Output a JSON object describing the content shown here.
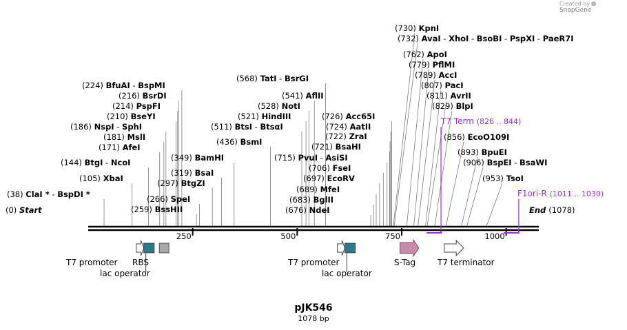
{
  "watermark": {
    "prefix": "Created by",
    "brand": "SnapGene"
  },
  "map": {
    "name": "pJK546",
    "length_label": "1078 bp",
    "sequence_length": 1078,
    "start_label": "Start",
    "end_label": "End",
    "ticks": [
      250,
      500,
      750,
      1000
    ],
    "sites": [
      {
        "pos": "0",
        "names": [
          "Start"
        ],
        "start": true
      },
      {
        "pos": "38",
        "names": [
          "ClaI *",
          "BspDI *"
        ]
      },
      {
        "pos": "105",
        "names": [
          "XbaI"
        ]
      },
      {
        "pos": "144",
        "names": [
          "BtgI",
          "NcoI"
        ]
      },
      {
        "pos": "171",
        "names": [
          "AfeI"
        ]
      },
      {
        "pos": "181",
        "names": [
          "MslI"
        ]
      },
      {
        "pos": "186",
        "names": [
          "NspI",
          "SphI"
        ]
      },
      {
        "pos": "210",
        "names": [
          "BseYI"
        ]
      },
      {
        "pos": "214",
        "names": [
          "PspFI"
        ]
      },
      {
        "pos": "216",
        "names": [
          "BsrDI"
        ]
      },
      {
        "pos": "224",
        "names": [
          "BfuAI",
          "BspMI"
        ]
      },
      {
        "pos": "259",
        "names": [
          "BssHII"
        ]
      },
      {
        "pos": "266",
        "names": [
          "SpeI"
        ]
      },
      {
        "pos": "297",
        "names": [
          "BtgZI"
        ]
      },
      {
        "pos": "319",
        "names": [
          "BsaI"
        ]
      },
      {
        "pos": "349",
        "names": [
          "BamHI"
        ]
      },
      {
        "pos": "436",
        "names": [
          "BsmI"
        ]
      },
      {
        "pos": "511",
        "names": [
          "BtsI",
          "BtsαI"
        ]
      },
      {
        "pos": "521",
        "names": [
          "HindIII"
        ]
      },
      {
        "pos": "528",
        "names": [
          "NotI"
        ]
      },
      {
        "pos": "541",
        "names": [
          "AflII"
        ]
      },
      {
        "pos": "568",
        "names": [
          "TatI",
          "BsrGI"
        ]
      },
      {
        "pos": "676",
        "names": [
          "NdeI"
        ]
      },
      {
        "pos": "683",
        "names": [
          "BglII"
        ]
      },
      {
        "pos": "689",
        "names": [
          "MfeI"
        ]
      },
      {
        "pos": "697",
        "names": [
          "EcoRV"
        ]
      },
      {
        "pos": "706",
        "names": [
          "FseI"
        ]
      },
      {
        "pos": "715",
        "names": [
          "PvuI",
          "AsiSI"
        ]
      },
      {
        "pos": "721",
        "names": [
          "BsaHI"
        ]
      },
      {
        "pos": "722",
        "names": [
          "ZraI"
        ]
      },
      {
        "pos": "724",
        "names": [
          "AatII"
        ]
      },
      {
        "pos": "726",
        "names": [
          "Acc65I"
        ]
      },
      {
        "pos": "730",
        "names": [
          "KpnI"
        ]
      },
      {
        "pos": "732",
        "names": [
          "AvaI",
          "XhoI",
          "BsoBI",
          "PspXI",
          "PaeR7I"
        ]
      },
      {
        "pos": "762",
        "names": [
          "ApoI"
        ]
      },
      {
        "pos": "779",
        "names": [
          "PflMI"
        ]
      },
      {
        "pos": "789",
        "names": [
          "AccI"
        ]
      },
      {
        "pos": "807",
        "names": [
          "PacI"
        ]
      },
      {
        "pos": "811",
        "names": [
          "AvrII"
        ]
      },
      {
        "pos": "829",
        "names": [
          "BlpI"
        ]
      },
      {
        "pos": "856",
        "names": [
          "EcoO109I"
        ]
      },
      {
        "pos": "893",
        "names": [
          "BpuEI"
        ]
      },
      {
        "pos": "906",
        "names": [
          "BspEI",
          "BsaWI"
        ]
      },
      {
        "pos": "953",
        "names": [
          "TsoI"
        ]
      },
      {
        "pos": "1078",
        "names": [
          "End"
        ],
        "end": true
      }
    ],
    "primers": [
      {
        "name": "T7 Term",
        "range": "826 .. 844",
        "start": 826,
        "end": 844,
        "strand": "reverse"
      },
      {
        "name": "F1ori-R",
        "range": "1011 .. 1030",
        "start": 1011,
        "end": 1030,
        "strand": "reverse"
      }
    ],
    "features": [
      {
        "name": "T7 promoter",
        "type": "promoter",
        "start": 115,
        "end": 133
      },
      {
        "name": "lac operator",
        "type": "operator",
        "start": 133,
        "end": 158
      },
      {
        "name": "RBS",
        "type": "rbs",
        "start": 170,
        "end": 192
      },
      {
        "name": "T7 promoter",
        "type": "promoter",
        "start": 596,
        "end": 614
      },
      {
        "name": "lac operator",
        "type": "operator",
        "start": 614,
        "end": 639
      },
      {
        "name": "S-Tag",
        "type": "tag",
        "start": 746,
        "end": 791
      },
      {
        "name": "T7 terminator",
        "type": "terminator",
        "start": 852,
        "end": 898
      }
    ],
    "colors": {
      "operator": "#2b7a8c",
      "rbs": "#a9a9a9",
      "tag": "#c98aa9",
      "primer": "#9b30d9",
      "backbone": "#000000",
      "leader": "#7a7a7a"
    }
  }
}
